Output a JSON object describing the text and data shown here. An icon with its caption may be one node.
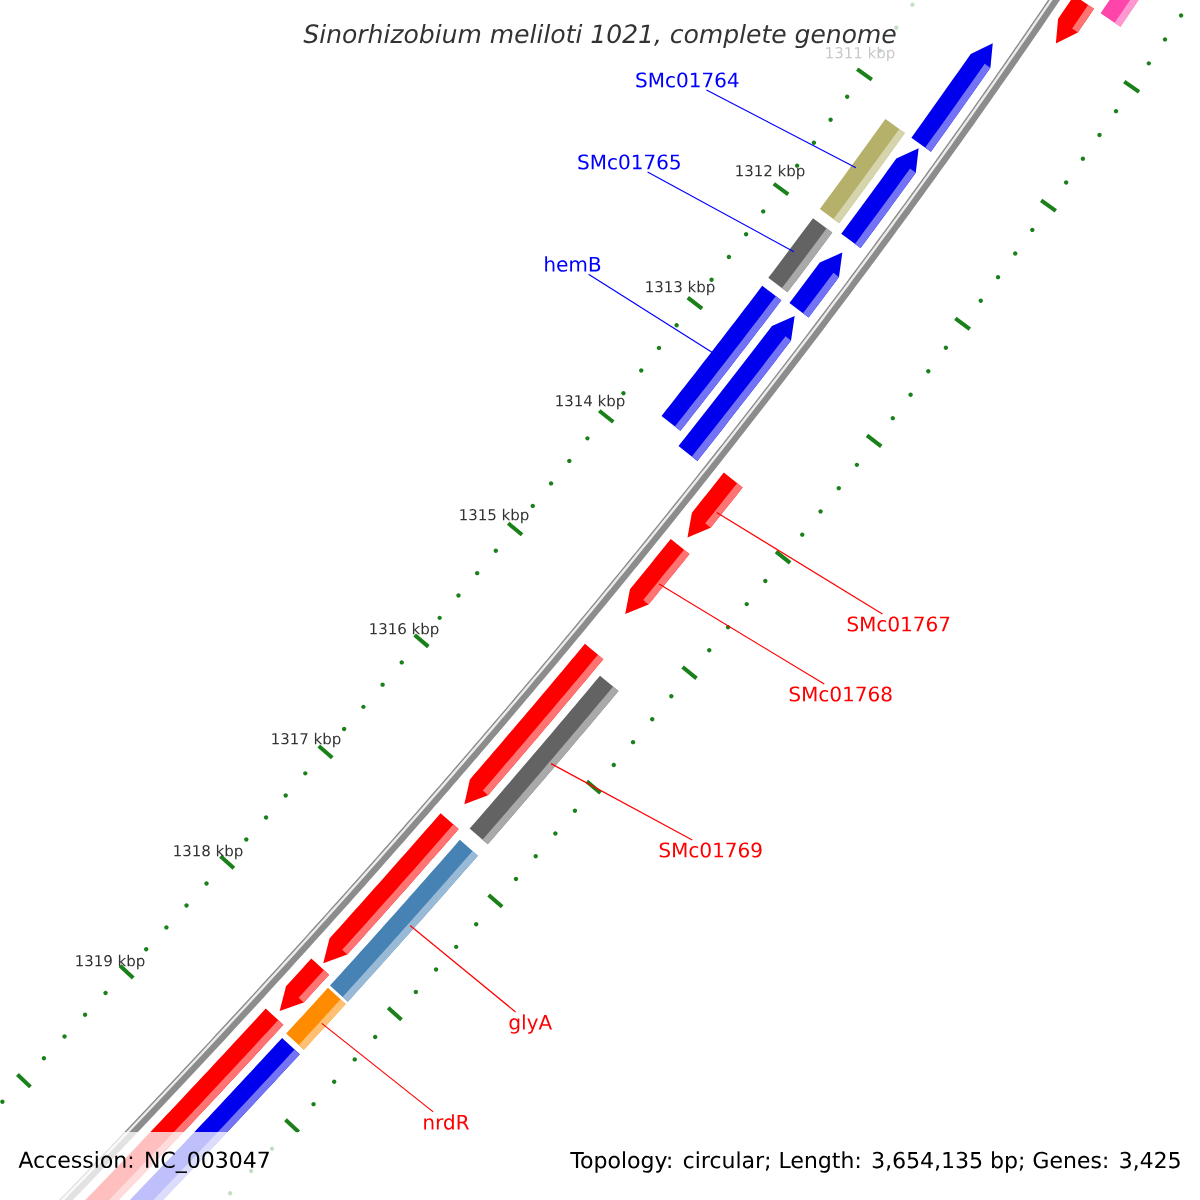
{
  "diagram": {
    "title": "Sinorhizobium meliloti 1021, complete genome",
    "nodes": [
      {
        "text": [
          "SMc01764"
        ]
      },
      {
        "text": [
          "SMc01765"
        ]
      },
      {
        "text": [
          "hemB"
        ]
      },
      {
        "text": [
          "SMc01767"
        ]
      },
      {
        "text": [
          "SMc01768"
        ]
      },
      {
        "text": [
          "SMc01769"
        ]
      },
      {
        "text": [
          "glyA"
        ]
      },
      {
        "text": [
          "nrdR"
        ]
      },
      {
        "text": [],
        "shape": "bar"
      },
      {
        "text": [],
        "shape": "bar"
      },
      {
        "text": [],
        "shape": "bar"
      },
      {
        "text": [],
        "shape": "arrow"
      },
      {
        "text": [],
        "shape": "arrow"
      },
      {
        "text": [],
        "shape": "bar"
      },
      {
        "text": [],
        "shape": "bar"
      },
      {
        "text": [],
        "shape": "bar"
      }
    ],
    "edges": [
      {
        "from": 0,
        "to": 8,
        "arrow": "none",
        "color": "#0000ff"
      },
      {
        "from": 1,
        "to": 9,
        "arrow": "none",
        "color": "#0000ff"
      },
      {
        "from": 2,
        "to": 10,
        "arrow": "none",
        "color": "#0000ff"
      },
      {
        "from": 3,
        "to": 11,
        "arrow": "none"
      },
      {
        "from": 4,
        "to": 12,
        "arrow": "none"
      },
      {
        "from": 5,
        "to": 13,
        "arrow": "none"
      },
      {
        "from": 6,
        "to": 14,
        "arrow": "none"
      },
      {
        "from": 7,
        "to": 15,
        "arrow": "none"
      }
    ],
    "labels": [
      "1311 kbp",
      "1312 kbp",
      "1313 kbp",
      "1314 kbp",
      "1315 kbp",
      "1316 kbp",
      "1317 kbp",
      "1318 kbp",
      "1319 kbp",
      "Accession: NC_003047",
      "Topology: circular; Length: 3,654,135 bp; Genes: 3,425"
    ]
  }
}
